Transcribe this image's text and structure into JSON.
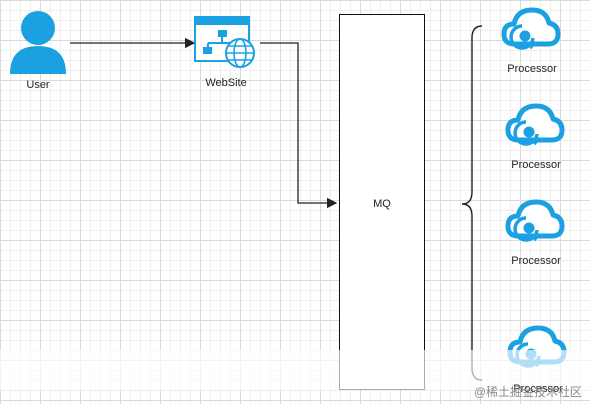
{
  "nodes": {
    "user": {
      "label": "User"
    },
    "website": {
      "label": "WebSite"
    },
    "mq": {
      "label": "MQ"
    },
    "processors": [
      {
        "label": "Processor"
      },
      {
        "label": "Processor"
      },
      {
        "label": "Processor"
      },
      {
        "label": "Processor"
      }
    ]
  },
  "watermark": "@稀土掘金技术社区",
  "colors": {
    "icon": "#1ba1e2",
    "line": "#222222"
  },
  "icons": {
    "user": "user-icon",
    "website": "website-icon",
    "processor": "cloud-processor-icon"
  }
}
